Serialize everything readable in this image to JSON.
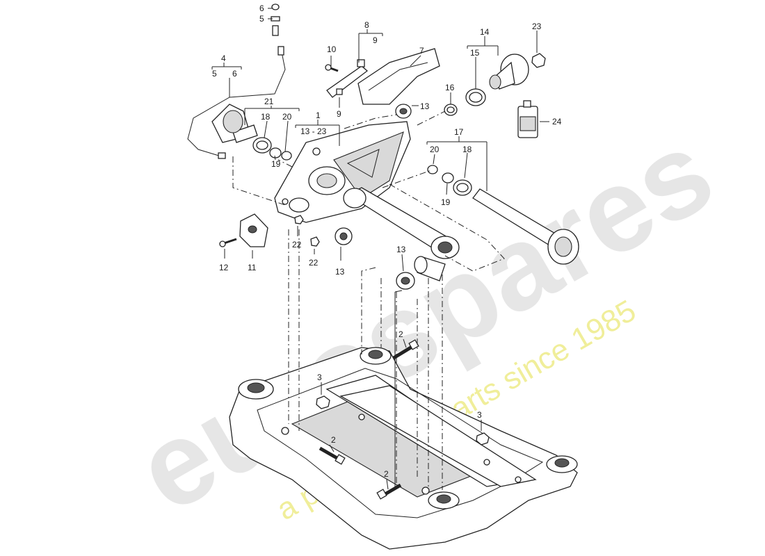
{
  "watermark": {
    "brand": "eurospares",
    "tagline": "a passion for parts since 1985"
  },
  "callouts": {
    "c1": "1",
    "c1_range": "13 - 23",
    "c2a": "2",
    "c2b": "2",
    "c2c": "2",
    "c3a": "3",
    "c3b": "3",
    "c4": "4",
    "c4_sub5": "5",
    "c4_sub6": "6",
    "c5": "5",
    "c6": "6",
    "c7": "7",
    "c8": "8",
    "c8_sub": "9",
    "c9": "9",
    "c10": "10",
    "c11": "11",
    "c12": "12",
    "c13a": "13",
    "c13b": "13",
    "c13c": "13",
    "c14": "14",
    "c15": "15",
    "c16": "16",
    "c17": "17",
    "c18a": "18",
    "c18b": "18",
    "c19a": "19",
    "c19b": "19",
    "c20a": "20",
    "c20b": "20",
    "c21": "21",
    "c22a": "22",
    "c22b": "22",
    "c23": "23",
    "c24": "24"
  }
}
